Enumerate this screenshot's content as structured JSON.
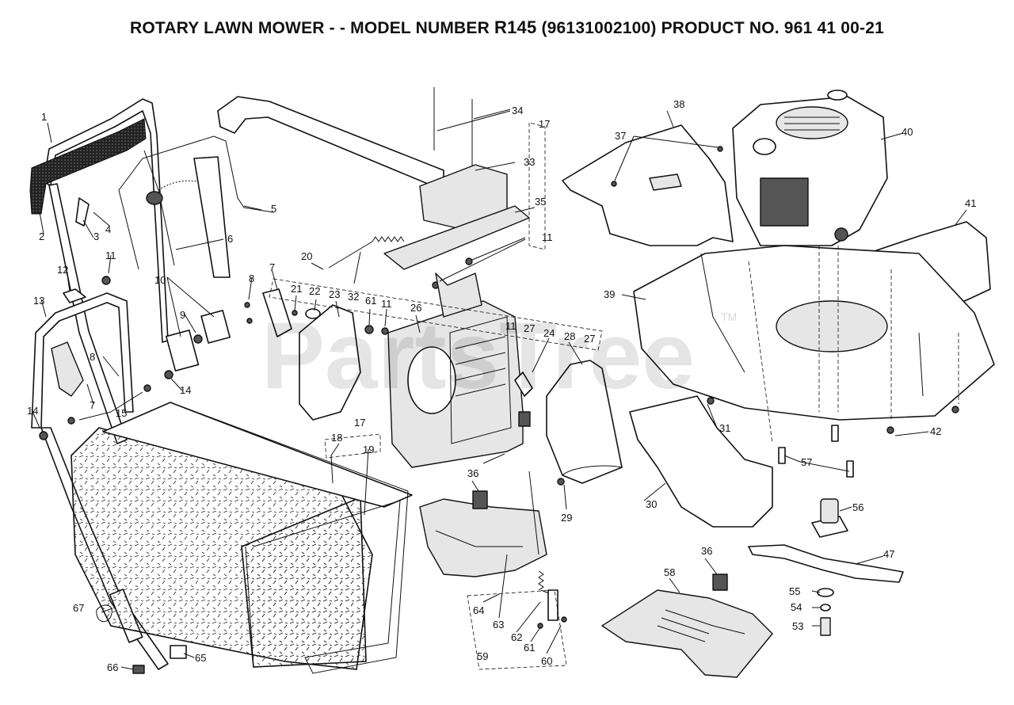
{
  "title": {
    "prefix": "ROTARY LAWN MOWER - - MODEL NUMBER",
    "model": "R145",
    "suffix": "(96131002100) PRODUCT NO. 961 41 00-21"
  },
  "watermark": {
    "text": "PartsTree",
    "tm": "TM"
  },
  "callouts": [
    {
      "id": "c1",
      "text": "1"
    },
    {
      "id": "c2",
      "text": "2"
    },
    {
      "id": "c3",
      "text": "3"
    },
    {
      "id": "c4",
      "text": "4"
    },
    {
      "id": "c5",
      "text": "5"
    },
    {
      "id": "c6",
      "text": "6"
    },
    {
      "id": "c7a",
      "text": "7"
    },
    {
      "id": "c7b",
      "text": "7"
    },
    {
      "id": "c8a",
      "text": "8"
    },
    {
      "id": "c8b",
      "text": "8"
    },
    {
      "id": "c9",
      "text": "9"
    },
    {
      "id": "c10",
      "text": "10"
    },
    {
      "id": "c11a",
      "text": "11"
    },
    {
      "id": "c11b",
      "text": "11"
    },
    {
      "id": "c11c",
      "text": "11"
    },
    {
      "id": "c11d",
      "text": "11"
    },
    {
      "id": "c12",
      "text": "12"
    },
    {
      "id": "c13",
      "text": "13"
    },
    {
      "id": "c14a",
      "text": "14"
    },
    {
      "id": "c14b",
      "text": "14"
    },
    {
      "id": "c15",
      "text": "15"
    },
    {
      "id": "c17a",
      "text": "17"
    },
    {
      "id": "c17b",
      "text": "17"
    },
    {
      "id": "c18",
      "text": "18"
    },
    {
      "id": "c19",
      "text": "19"
    },
    {
      "id": "c20",
      "text": "20"
    },
    {
      "id": "c21",
      "text": "21"
    },
    {
      "id": "c22",
      "text": "22"
    },
    {
      "id": "c23",
      "text": "23"
    },
    {
      "id": "c24",
      "text": "24"
    },
    {
      "id": "c26",
      "text": "26"
    },
    {
      "id": "c27a",
      "text": "27"
    },
    {
      "id": "c27b",
      "text": "27"
    },
    {
      "id": "c28",
      "text": "28"
    },
    {
      "id": "c29",
      "text": "29"
    },
    {
      "id": "c30",
      "text": "30"
    },
    {
      "id": "c31",
      "text": "31"
    },
    {
      "id": "c32",
      "text": "32"
    },
    {
      "id": "c33",
      "text": "33"
    },
    {
      "id": "c34",
      "text": "34"
    },
    {
      "id": "c35",
      "text": "35"
    },
    {
      "id": "c36a",
      "text": "36"
    },
    {
      "id": "c36b",
      "text": "36"
    },
    {
      "id": "c37",
      "text": "37"
    },
    {
      "id": "c38",
      "text": "38"
    },
    {
      "id": "c39",
      "text": "39"
    },
    {
      "id": "c40",
      "text": "40"
    },
    {
      "id": "c41",
      "text": "41"
    },
    {
      "id": "c42",
      "text": "42"
    },
    {
      "id": "c47",
      "text": "47"
    },
    {
      "id": "c53",
      "text": "53"
    },
    {
      "id": "c54",
      "text": "54"
    },
    {
      "id": "c55",
      "text": "55"
    },
    {
      "id": "c56",
      "text": "56"
    },
    {
      "id": "c57",
      "text": "57"
    },
    {
      "id": "c58",
      "text": "58"
    },
    {
      "id": "c59",
      "text": "59"
    },
    {
      "id": "c60",
      "text": "60"
    },
    {
      "id": "c61a",
      "text": "61"
    },
    {
      "id": "c61b",
      "text": "61"
    },
    {
      "id": "c62",
      "text": "62"
    },
    {
      "id": "c63",
      "text": "63"
    },
    {
      "id": "c64",
      "text": "64"
    },
    {
      "id": "c65",
      "text": "65"
    },
    {
      "id": "c66",
      "text": "66"
    },
    {
      "id": "c67",
      "text": "67"
    }
  ]
}
